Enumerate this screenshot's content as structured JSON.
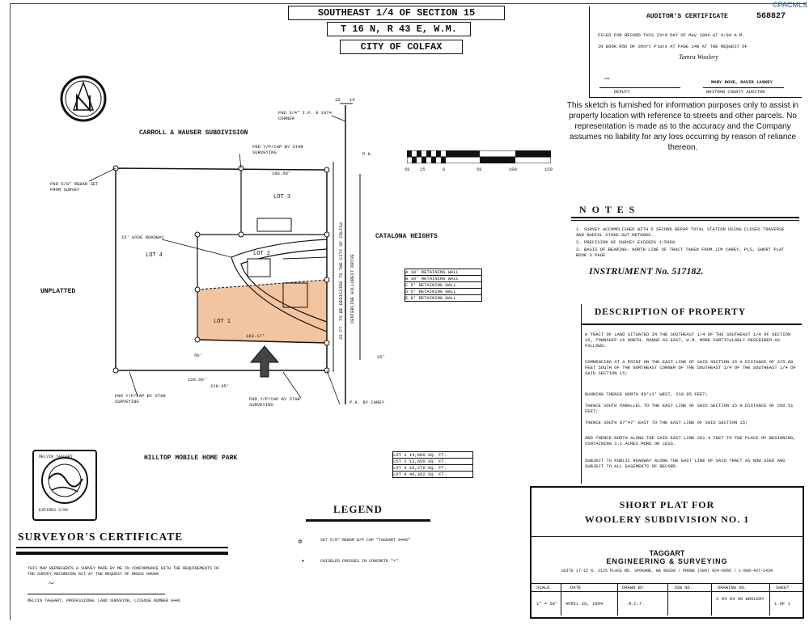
{
  "watermark": "©PACMLS",
  "header": {
    "line1": "SOUTHEAST 1/4 OF SECTION 15",
    "line2": "T 16 N, R 43 E, W.M.",
    "line3": "CITY OF COLFAX"
  },
  "auditor": {
    "title": "AUDITOR'S CERTIFICATE",
    "number": "568827",
    "line1": "FILED FOR RECORD THIS 23rd DAY OF May 1994 AT 9:00 A.M.",
    "line2": "IN BOOK R5b OF Short Plats AT PAGE 149 AT THE REQUEST OF",
    "line3": "Tamra Woolery",
    "deputy_label": "DEPUTY",
    "auditor_label": "WHITMAN COUNTY AUDITOR",
    "auditor_name": "MARY DOVE, DAVID LASKEY"
  },
  "disclaimer": "This sketch is furnished for information purposes only to assist in property location with reference to streets and other parcels. No representation is made as to the accuracy and the Company assumes no liability for any loss occurring by reason of reliance thereon.",
  "scale_bar": {
    "labels": [
      "50",
      "25",
      "0",
      "50",
      "100",
      "150"
    ]
  },
  "notes": {
    "title": "N O T E S",
    "items": [
      "1. SURVEY ACCOMPLISHED WITH 5 SECOND REPAP TOTAL STATION USING CLOSED TRAVERSE AND RADIAL STAKE OUT METHODS.",
      "2. PRECISION OF SURVEY EXCEEDS 1:5000.",
      "3. BASIS OF BEARING: NORTH LINE OF TRACT TAKEN FROM JIM CAREY, PLS, SHORT PLAT BOOK 3 PAGE"
    ],
    "instrument": "INSTRUMENT No. 517182."
  },
  "description": {
    "title": "DESCRIPTION OF PROPERTY",
    "paragraphs": [
      "A TRACT OF LAND SITUATED IN THE SOUTHEAST 1/4 OF THE SOUTHEAST 1/4 OF SECTION 15, TOWNSHIP 16 NORTH, RANGE 43 EAST, W.M. MORE PARTICULARLY DESCRIBED AS FOLLOWS:",
      "COMMENCING AT A POINT ON THE EAST LINE OF SAID SECTION 15 A DISTANCE OF 375.00 FEET SOUTH OF THE NORTHEAST CORNER OF THE SOUTHEAST 1/4 OF THE SOUTHEAST 1/4 OF SAID SECTION 15;",
      "RUNNING THENCE NORTH 89°13' WEST, 218.95 FEET;",
      "THENCE SOUTH PARALLEL TO THE EAST LINE OF SAID SECTION 15 A DISTANCE OF 250.51 FEET;",
      "THENCE SOUTH 87°47' EAST TO THE EAST LINE OF SAID SECTION 15;",
      "AND THENCE NORTH ALONG THE SAID EAST LINE 261.4 FEET TO THE PLACE OF BEGINNING, CONTAINING 1.1 ACRES MORE OR LESS.",
      "SUBJECT TO PUBLIC ROADWAY ALONG THE EAST LINE OF SAID TRACT AS NOW USED AND SUBJECT TO ALL EASEMENTS OF RECORD."
    ]
  },
  "title_block": {
    "line1": "SHORT PLAT FOR",
    "line2": "WOOLERY SUBDIVISION NO. 1",
    "company1": "TAGGART",
    "company2": "ENGINEERING & SURVEYING",
    "address": "SUITE 17-15  N. 2125 PLACE RD.  SPOKANE, WA 99208  /  PHONE (509) 924-0966  /  1-800-437-1434",
    "col_headers": [
      "SCALE",
      "DATE",
      "DRAWN BY",
      "JOB NO.",
      "DRAWING NO.",
      "SHEET"
    ],
    "col_values": [
      "1\" = 50'",
      "APRIL 26, 1994",
      "R.C.T.",
      "",
      "C 94 04 06 WOOLERY",
      "1 OF 1"
    ]
  },
  "legend": {
    "title": "LEGEND",
    "items": [
      "SET 5/8\" REBAR W/P CAP \"TAGGART 9446\"",
      "CHISELED CROSSES IN CONCRETE \"+\"."
    ]
  },
  "surveyor": {
    "title": "SURVEYOR'S CERTIFICATE",
    "text": "THIS MAP REPRESENTS A SURVEY MADE BY ME IN CONFORMANCE WITH THE REQUIREMENTS OF THE SURVEY RECORDING ACT AT THE REQUEST OF BRUCE HAGAN",
    "name": "MELVIN TAGGART, PROFESSIONAL LAND SURVEYOR, LICENSE NUMBER 9446",
    "seal_text": "MELVIN TAGGART",
    "seal_expiry": "EXPIRES 2/96"
  },
  "map": {
    "carroll": "CARROLL & HAUSER SUBDIVISION",
    "catalona": "CATALONA HEIGHTS",
    "unplatted": "UNPLATTED",
    "hilltop": "HILLTOP MOBILE HOME PARK",
    "lot1": "LOT 1",
    "lot2": "LOT 2",
    "lot3": "LOT 3",
    "lot4": "LOT 4",
    "roadway": "15' WIDE ROADWAY",
    "fnd_rebar": "FND 5/8\" REBAR SET FROM SURVEY",
    "fnd_ip": "FND 3/4\" I.P. 8 1974 CORNER",
    "fnd_star_top": "FND Y/P/CAP BY STAR SURVEYING",
    "fnd_star_left": "FND Y/P/CAP BY STAR SURVEYING",
    "fnd_star_bottom": "FND Y/P/CAP BY STAR SURVEYING",
    "pk_carey": "P.K. BY CAREY",
    "pk": "P.K.",
    "dim_top": "196.50'",
    "dim_bottom_a": "150.00'",
    "dim_bottom_b": "218.95'",
    "dim_lot1": "183.17'",
    "dim_25": "25'",
    "dim_50": "50'",
    "road_text": "25 FT. TO BE DEDICATED TO THE CITY OF COLFAX",
    "centerline": "CENTERLINE HILLCREST DRIVE",
    "retaining": [
      {
        "id": "A",
        "text": "18' RETAINING WALL"
      },
      {
        "id": "B",
        "text": "10' RETAINING WALL"
      },
      {
        "id": "C",
        "text": "5' RETAINING WALL"
      },
      {
        "id": "D",
        "text": "5' RETAINING WALL"
      },
      {
        "id": "E",
        "text": "8' RETAINING WALL"
      }
    ],
    "areas": [
      {
        "lot": "LOT 1",
        "area": "14,900 SQ. FT."
      },
      {
        "lot": "LOT 2",
        "area": "12,650 SQ. FT."
      },
      {
        "lot": "LOT 3",
        "area": "15,276 SQ. FT."
      },
      {
        "lot": "LOT 4",
        "area": "46,362 SQ. FT."
      }
    ],
    "section_corner": [
      "15",
      "14"
    ],
    "lot1_fill": "#f2c4a0"
  }
}
